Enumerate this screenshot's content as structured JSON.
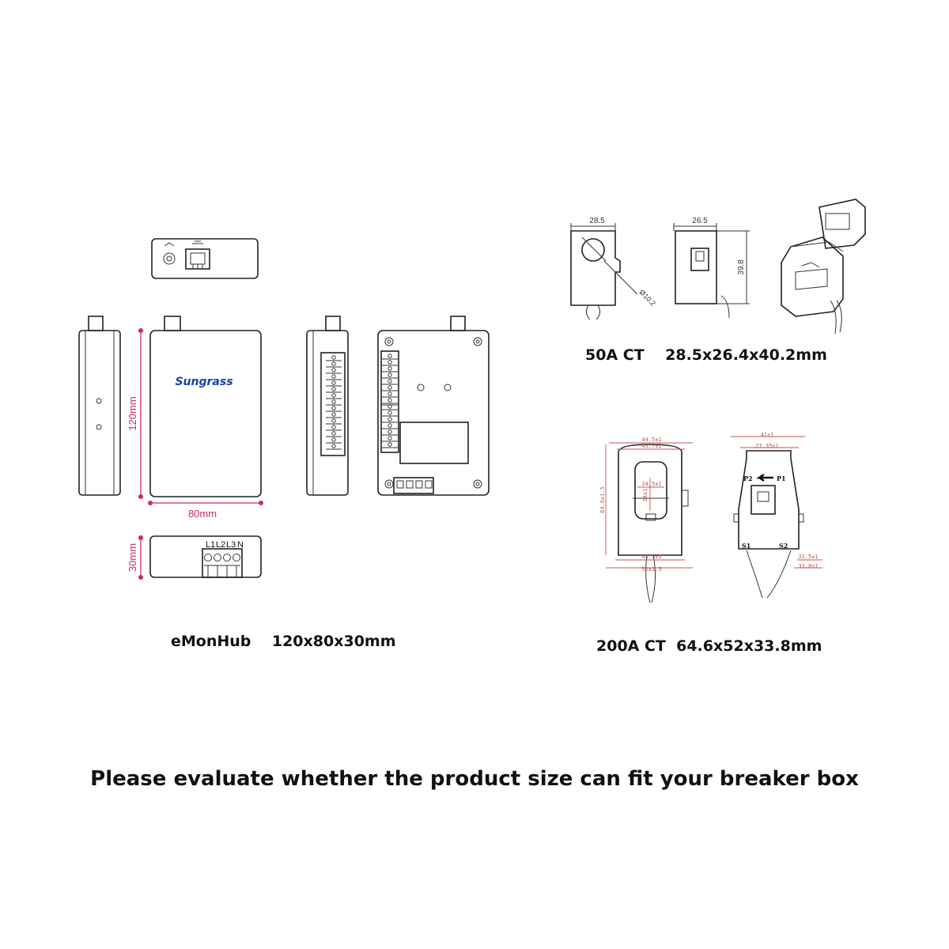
{
  "hub": {
    "brand": "Sungrass",
    "height_label": "120mm",
    "width_label": "80mm",
    "depth_label": "30mm",
    "terminal_labels": [
      "L1",
      "L2",
      "L3",
      "N"
    ],
    "caption": "eMonHub    120x80x30mm"
  },
  "ct50": {
    "dim_width": "28.5",
    "dim_width2": "26.5",
    "dim_height": "39.8",
    "dim_hole": "Ø10.2",
    "caption": "50A CT    28.5x26.4x40.2mm"
  },
  "ct200": {
    "dims": {
      "w_outer": "44.5±1",
      "w_inner": "43.7±1",
      "h_total": "64.6±1.5",
      "hole_w": "24.5±1",
      "hole_h": "24±1",
      "base_a": "43.5±1",
      "base_b": "52±1.5",
      "side_top": "41±1",
      "side_inner": "27.35±1",
      "side_d1": "32.5±1",
      "side_d2": "33.8±1"
    },
    "labels": {
      "p2": "P2",
      "p1": "P1",
      "s1": "S1",
      "s2": "S2"
    },
    "caption": "200A CT  64.6x52x33.8mm"
  },
  "footer": "Please evaluate whether the product size can fit your breaker box",
  "colors": {
    "dimension": "#cc2a6a",
    "ct200_dimension": "#c25555",
    "brand": "#1a3fb0"
  }
}
